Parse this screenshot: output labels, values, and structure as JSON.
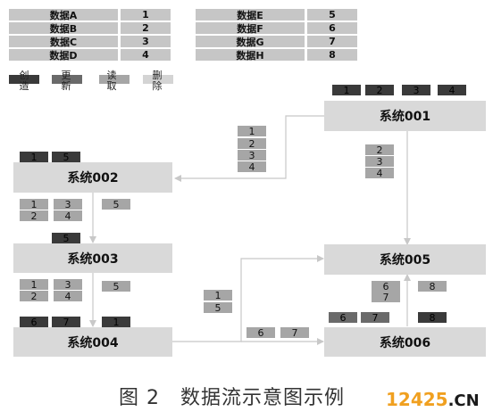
{
  "table_left": [
    {
      "name": "数据A",
      "id": "1"
    },
    {
      "name": "数据B",
      "id": "2"
    },
    {
      "name": "数据C",
      "id": "3"
    },
    {
      "name": "数据D",
      "id": "4"
    }
  ],
  "table_right": [
    {
      "name": "数据E",
      "id": "5"
    },
    {
      "name": "数据F",
      "id": "6"
    },
    {
      "name": "数据G",
      "id": "7"
    },
    {
      "name": "数据H",
      "id": "8"
    }
  ],
  "legend": [
    {
      "label": "创造",
      "color": "#3a3a3a"
    },
    {
      "label": "更新",
      "color": "#6a6a6a"
    },
    {
      "label": "读取",
      "color": "#a6a6a6"
    },
    {
      "label": "删除",
      "color": "#d4d4d4"
    }
  ],
  "colors": {
    "create": "#3a3a3a",
    "update": "#6a6a6a",
    "read": "#a6a6a6",
    "delete": "#d4d4d4",
    "system": "#d9d9d9",
    "arrow": "#c8c8c8"
  },
  "systems": {
    "s001": "系统001",
    "s002": "系统002",
    "s003": "系统003",
    "s004": "系统004",
    "s005": "系统005",
    "s006": "系统006"
  },
  "tags": {
    "s001_top": [
      "1",
      "2",
      "3",
      "4"
    ],
    "s001_to_s002": [
      "1",
      "2",
      "3",
      "4"
    ],
    "s001_to_s005": [
      "2",
      "3",
      "4"
    ],
    "s002_top": [
      "1",
      "5"
    ],
    "s002_below_a": [
      "1",
      "2"
    ],
    "s002_below_b": [
      "3",
      "4"
    ],
    "s002_below_c": "5",
    "s003_top": "5",
    "s003_below_a": [
      "1",
      "2"
    ],
    "s003_below_b": [
      "3",
      "4"
    ],
    "s003_below_c": "5",
    "s004_top": [
      "6",
      "7",
      "1"
    ],
    "s004_to_s005": [
      "1",
      "5"
    ],
    "s004_to_s006": [
      "6",
      "7"
    ],
    "s006_to_s005": [
      "6",
      "7"
    ],
    "s006_right_read": "8",
    "s006_top": [
      "6",
      "7"
    ],
    "s006_top_right": "8"
  },
  "caption": "图 2　数据流示意图示例",
  "watermark": {
    "num": "12425",
    "suffix": ".CN"
  }
}
